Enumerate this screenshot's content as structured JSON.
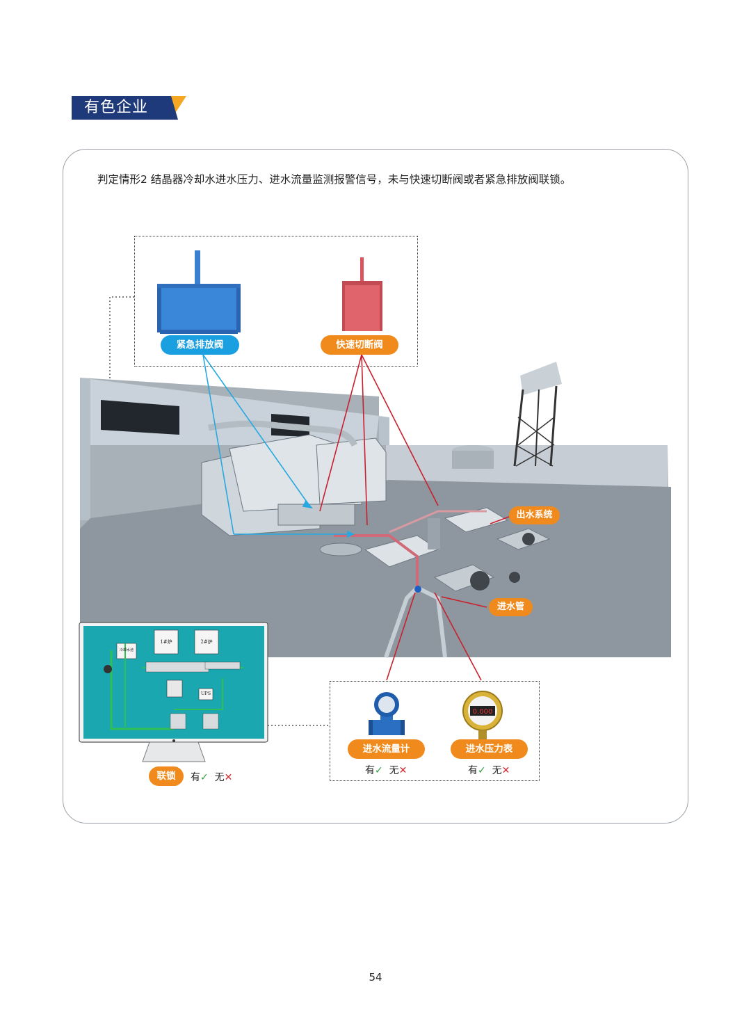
{
  "section_title": "有色企业",
  "description": "判定情形2  结晶器冷却水进水压力、进水流量监测报警信号，未与快速切断阀或者紧急排放阀联锁。",
  "labels": {
    "emergency_valve": "紧急排放阀",
    "shutoff_valve": "快速切断阀",
    "outlet_system": "出水系统",
    "inlet_pipe": "进水管",
    "flow_meter": "进水流量计",
    "pressure_gauge": "进水压力表",
    "interlock": "联锁"
  },
  "status": {
    "yes": "有",
    "no": "无",
    "check_mark": "✓",
    "cross_mark": "✕"
  },
  "monitor": {
    "box1": "1#炉",
    "box2": "2#炉",
    "ups": "UPS",
    "tank": "冷却水池"
  },
  "gauge_reading": "0.000",
  "colors": {
    "section_bg": "#1f3a7a",
    "accent": "#f5a623",
    "pill_blue": "#1a9fe0",
    "pill_orange": "#f08a1c",
    "blue_valve": "#3a7fd0",
    "red_valve": "#d9545d",
    "line_blue": "#27a8e0",
    "line_red": "#c8202e",
    "monitor_screen": "#1ba7b0"
  },
  "page_number": "54"
}
